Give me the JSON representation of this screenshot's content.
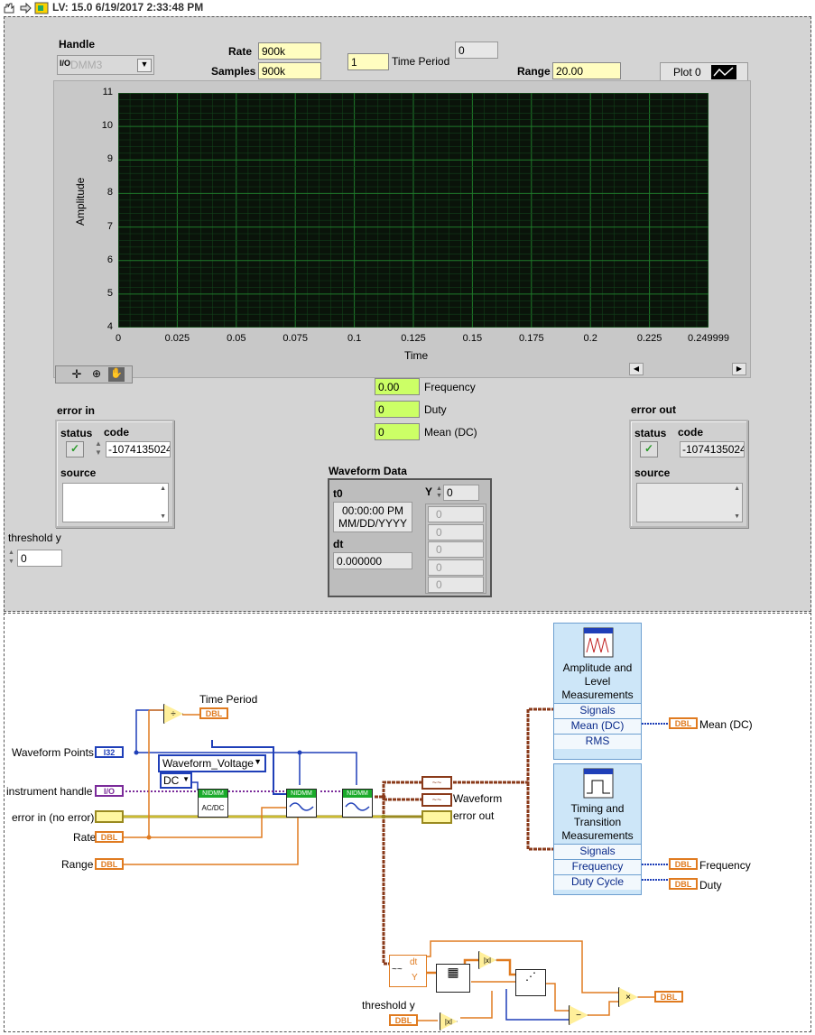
{
  "titlebar": {
    "version_text": "LV: 15.0 6/19/2017 2:33:48 PM"
  },
  "front_panel": {
    "handle": {
      "label": "Handle",
      "value": "DMM3"
    },
    "rate": {
      "label": "Rate",
      "value": "900k"
    },
    "samples": {
      "label": "Samples",
      "value": "900k"
    },
    "time_period": {
      "label": "Time Period",
      "control_value": "1",
      "indicator_value": "0"
    },
    "range": {
      "label": "Range",
      "value": "20.00"
    },
    "plot_legend": {
      "label": "Plot 0"
    },
    "graph": {
      "ylabel": "Amplitude",
      "xlabel": "Time",
      "y_ticks": [
        "11",
        "10",
        "9",
        "8",
        "7",
        "6",
        "5",
        "4"
      ],
      "x_ticks": [
        "0",
        "0.025",
        "0.05",
        "0.075",
        "0.1",
        "0.125",
        "0.15",
        "0.175",
        "0.2",
        "0.225",
        "0.249999"
      ]
    },
    "measurements": {
      "frequency": {
        "label": "Frequency",
        "value": "0.00"
      },
      "duty": {
        "label": "Duty",
        "value": "0"
      },
      "mean": {
        "label": "Mean (DC)",
        "value": "0"
      }
    },
    "error_in": {
      "label": "error in",
      "status_label": "status",
      "code_label": "code",
      "code_value": "-1074135024",
      "source_label": "source"
    },
    "error_out": {
      "label": "error out",
      "status_label": "status",
      "code_label": "code",
      "code_value": "-1074135024",
      "source_label": "source"
    },
    "threshold_y": {
      "label": "threshold y",
      "value": "0"
    },
    "waveform_data": {
      "label": "Waveform Data",
      "t0_label": "t0",
      "t0_time": "00:00:00 PM",
      "t0_date": "MM/DD/YYYY",
      "dt_label": "dt",
      "dt_value": "0.000000",
      "y_label": "Y",
      "y_index": "0",
      "y_values": [
        "0",
        "0",
        "0",
        "0",
        "0"
      ]
    }
  },
  "block_diagram": {
    "labels": {
      "time_period": "Time Period",
      "waveform_points": "Waveform Points",
      "instrument_handle": "instrument handle",
      "error_in": "error in (no error)",
      "rate": "Rate",
      "range": "Range",
      "waveform": "Waveform",
      "error_out": "error out",
      "mean": "Mean (DC)",
      "frequency": "Frequency",
      "duty": "Duty",
      "threshold_y": "threshold y"
    },
    "terminals": {
      "i32": "I32",
      "io": "I/O",
      "dbl": "DBL"
    },
    "enums": {
      "waveform_voltage": "Waveform_Voltage",
      "dc": "DC"
    },
    "nodes": {
      "nidmm": "NIDMM",
      "acdc": "AC/DC",
      "dt": "dt",
      "y": "Y",
      "div": "÷",
      "mul": "×",
      "sub": "−",
      "abs": "|x|"
    },
    "amplitude_block": {
      "title_lines": [
        "Amplitude and",
        "Level",
        "Measurements"
      ],
      "rows": [
        "Signals",
        "Mean (DC)",
        "RMS"
      ]
    },
    "timing_block": {
      "title_lines": [
        "Timing and",
        "Transition",
        "Measurements"
      ],
      "rows": [
        "Signals",
        "Frequency",
        "Duty Cycle"
      ]
    }
  }
}
